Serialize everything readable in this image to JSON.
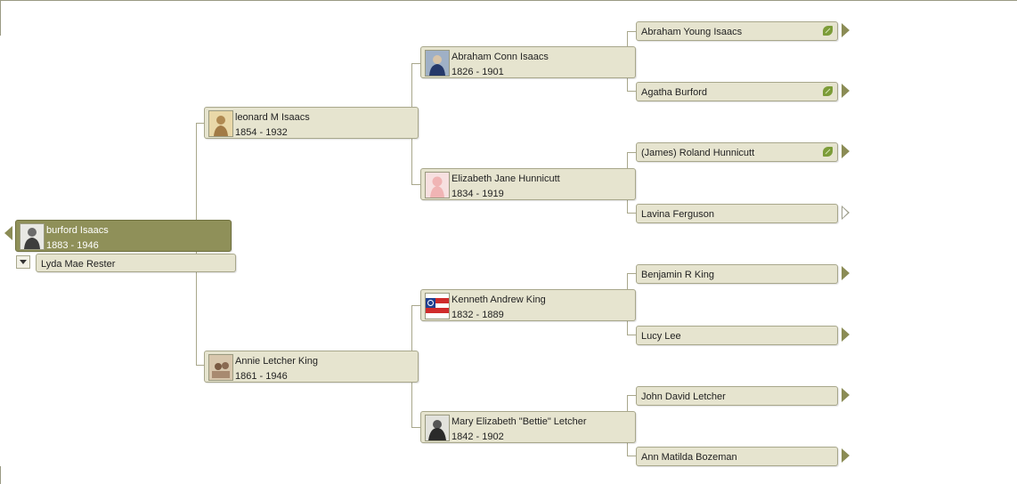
{
  "root": {
    "name": "burford Isaacs",
    "dates": "1883 - 1946",
    "spouse": "Lyda Mae Rester"
  },
  "parents": {
    "father": {
      "name": "leonard M Isaacs",
      "dates": "1854 - 1932"
    },
    "mother": {
      "name": "Annie Letcher King",
      "dates": "1861 - 1946"
    }
  },
  "grandparents": [
    {
      "name": "Abraham Conn Isaacs",
      "dates": "1826 - 1901"
    },
    {
      "name": "Elizabeth Jane Hunnicutt",
      "dates": "1834 - 1919"
    },
    {
      "name": "Kenneth Andrew King",
      "dates": "1832 - 1889"
    },
    {
      "name": "Mary Elizabeth \"Bettie\" Letcher",
      "dates": "1842 - 1902"
    }
  ],
  "great_grandparents": [
    {
      "name": "Abraham Young Isaacs",
      "hint": true
    },
    {
      "name": "Agatha Burford",
      "hint": true
    },
    {
      "name": "(James) Roland Hunnicutt",
      "hint": true
    },
    {
      "name": "Lavina Ferguson",
      "hint": false
    },
    {
      "name": "Benjamin R King",
      "hint": false
    },
    {
      "name": "Lucy Lee",
      "hint": false
    },
    {
      "name": "John David Letcher",
      "hint": false
    },
    {
      "name": "Ann Matilda Bozeman",
      "hint": false
    }
  ],
  "colors": {
    "selected": "#8f9059",
    "box": "#e6e4cf",
    "border": "#a8a78b",
    "hint_leaf": "#7c9c38"
  },
  "icons": {
    "hint": "leaf-icon",
    "navigate": "arrow-right-icon",
    "back": "arrow-left-icon",
    "spouse_menu": "chevron-down-icon"
  }
}
